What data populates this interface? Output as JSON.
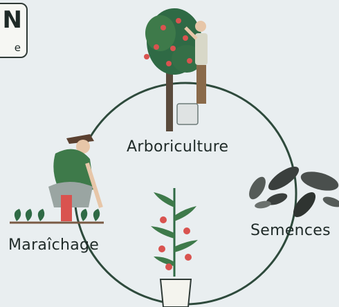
{
  "badge": {
    "big_text": "N",
    "small_text": "e"
  },
  "cycle": {
    "items": [
      {
        "label": "Arboriculture"
      },
      {
        "label": "Semences"
      },
      {
        "label": "Maraîchage"
      }
    ]
  },
  "colors": {
    "background": "#e9eef0",
    "ring": "#2e4a3c",
    "leaf": "#3e7a4a",
    "fruit": "#d9534f",
    "dark": "#1f2a28"
  }
}
